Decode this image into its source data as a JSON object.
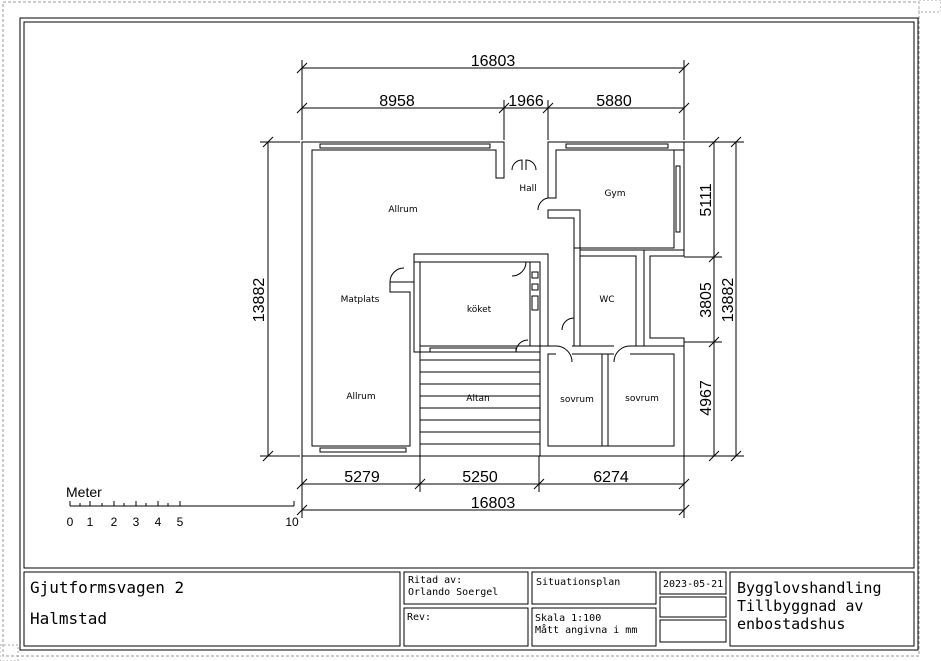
{
  "plan": {
    "dimensions": {
      "top_total": "16803",
      "top_left": "8958",
      "top_mid": "1966",
      "top_right": "5880",
      "left_height": "13882",
      "right_height": "13882",
      "right_upper": "5111",
      "right_mid": "3805",
      "right_lower": "4967",
      "bottom_left": "5279",
      "bottom_mid": "5250",
      "bottom_right": "6274",
      "bottom_total": "16803"
    },
    "rooms": {
      "allrum_top": "Allrum",
      "matplats": "Matplats",
      "allrum_bottom": "Allrum",
      "koket": "köket",
      "altan": "Altan",
      "hall": "Hall",
      "gym": "Gym",
      "wc": "WC",
      "sovrum1": "sovrum",
      "sovrum2": "sovrum"
    }
  },
  "scale_bar": {
    "label": "Meter",
    "ticks": [
      "0",
      "1",
      "2",
      "3",
      "4",
      "5",
      "10"
    ]
  },
  "title_block": {
    "address_line1": "Gjutformsvagen 2",
    "address_line2": "Halmstad",
    "drawn_by_label": "Ritad av:",
    "drawn_by_name": "Orlando Soergel",
    "rev_label": "Rev:",
    "plan_type": "Situationsplan",
    "scale": "Skala 1:100",
    "units": "Mått angivna i mm",
    "date": "2023-05-21",
    "purpose_line1": "Bygglovshandling",
    "purpose_line2": "Tillbyggnad av",
    "purpose_line3": "enbostadshus"
  }
}
